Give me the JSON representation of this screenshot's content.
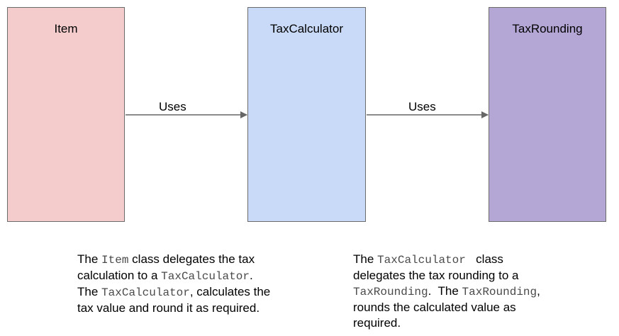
{
  "boxes": {
    "item": {
      "title": "Item",
      "color": "#f4cccc"
    },
    "calculator": {
      "title": "TaxCalculator",
      "color": "#c9daf8"
    },
    "rounding": {
      "title": "TaxRounding",
      "color": "#b4a7d6"
    }
  },
  "edges": [
    {
      "label": "Uses",
      "from": "Item",
      "to": "TaxCalculator"
    },
    {
      "label": "Uses",
      "from": "TaxCalculator",
      "to": "TaxRounding"
    }
  ],
  "notes": {
    "left": {
      "l1a": "The ",
      "l1code": "Item",
      "l1b": " class delegates the tax",
      "l2a": "calculation to a ",
      "l2code": "TaxCalculator",
      "l2b": ".",
      "l3a": "The ",
      "l3code": "TaxCalculator",
      "l3b": ", calculates the",
      "l4": "tax value and round it as required."
    },
    "right": {
      "l1a": "The ",
      "l1code": "TaxCalculator ",
      "l1b": " class",
      "l2": "delegates the tax rounding to a",
      "l3code1": "TaxRounding",
      "l3mid": ".  The ",
      "l3code2": "TaxRounding",
      "l3end": ",",
      "l4": "rounds the calculated value as",
      "l5": "required."
    }
  }
}
